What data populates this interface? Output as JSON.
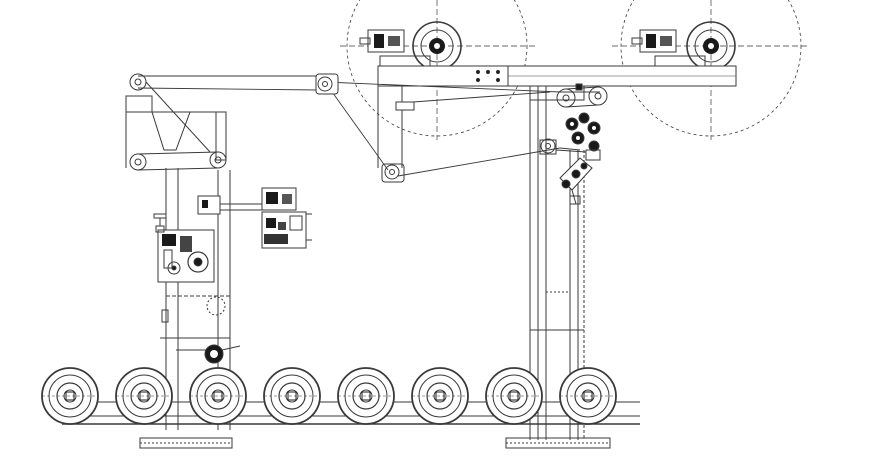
{
  "drawing": {
    "kind": "mechanical line drawing (machine side elevation)",
    "line_color": "#3a3a3a",
    "detail_color": "#1a1a1a",
    "background": "#ffffff",
    "reel_count": 2,
    "ground_roller_count": 8,
    "text_labels": []
  }
}
